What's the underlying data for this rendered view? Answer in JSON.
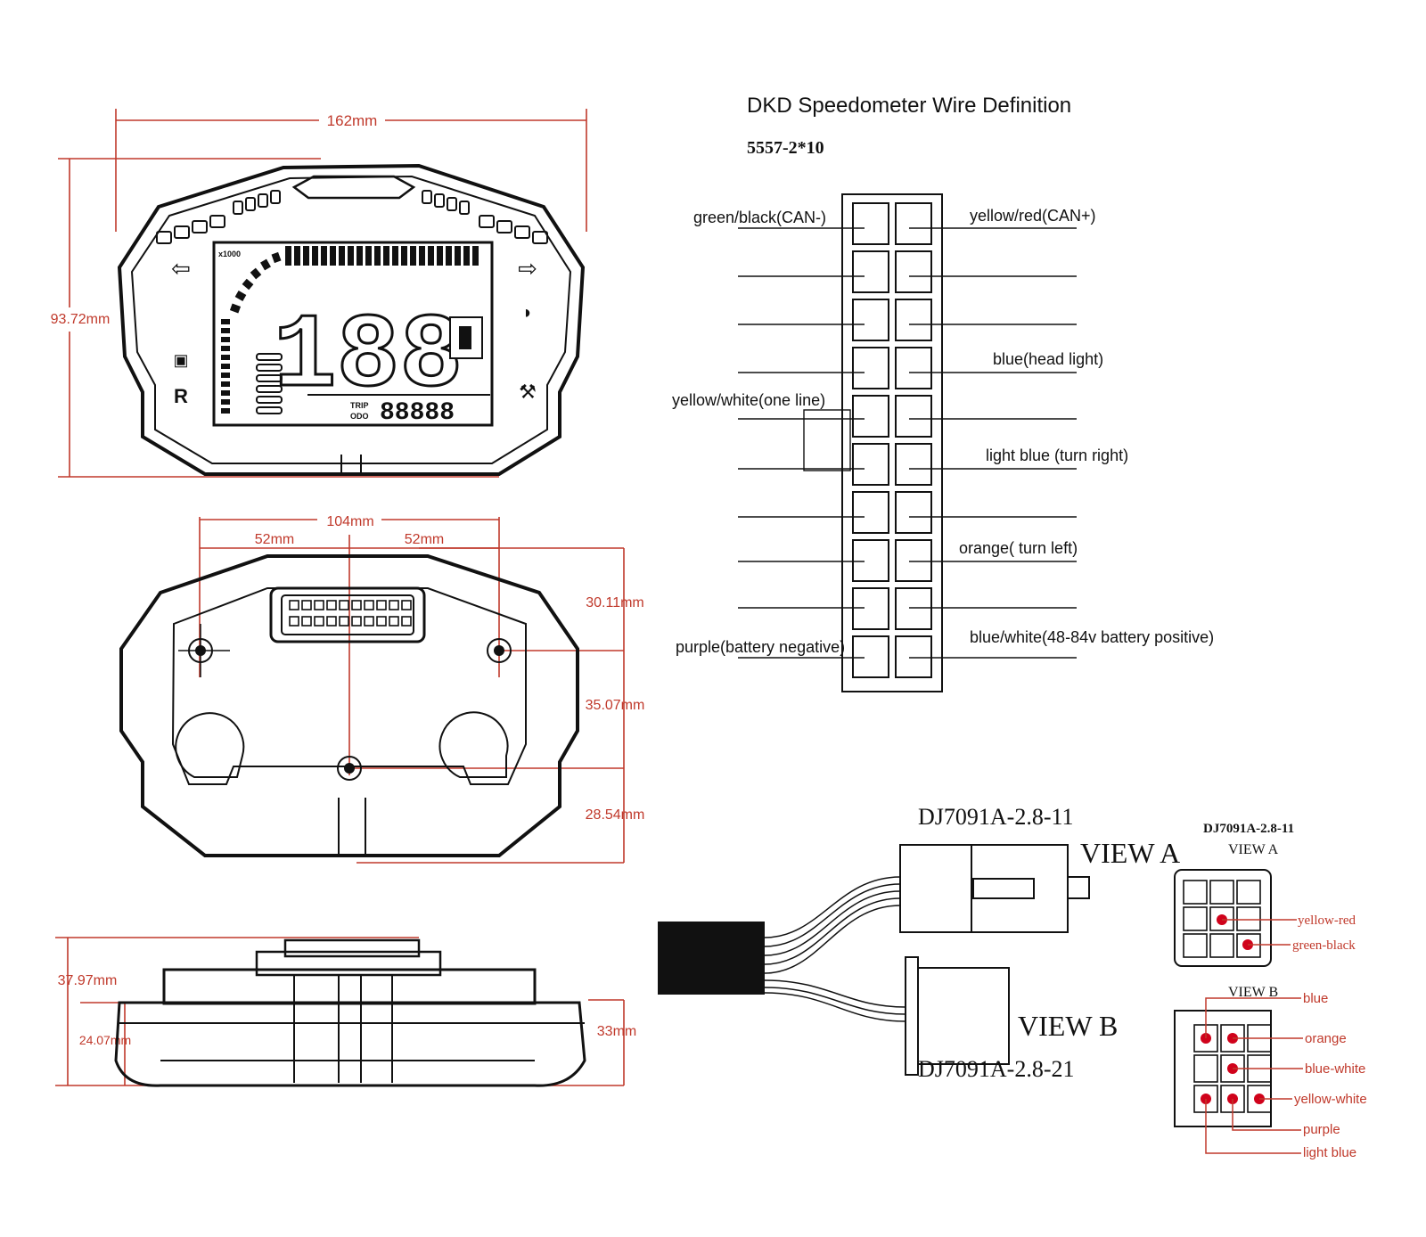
{
  "diagram": {
    "title": "DKD Speedometer Wire Definition",
    "connector_code": "5557-2*10",
    "front_view": {
      "width": "162mm",
      "height": "93.72mm"
    },
    "back_view": {
      "total_width": "104mm",
      "half_left": "52mm",
      "half_right": "52mm",
      "offset_top": "30.11mm",
      "offset_mid": "35.07mm",
      "offset_bottom": "28.54mm"
    },
    "side_view": {
      "total_depth": "37.97mm",
      "body_depth": "24.07mm",
      "right_depth": "33mm"
    },
    "pin_labels_left": {
      "row1": "green/black(CAN-)",
      "row5": "yellow/white(one line)",
      "row10": "purple(battery negative)"
    },
    "pin_labels_right": {
      "row1": "yellow/red(CAN+)",
      "row4": "blue(head light)",
      "row6": "light blue (turn right)",
      "row8": "orange( turn left)",
      "row10": "blue/white(48-84v battery positive)"
    },
    "lcd": {
      "tacho_scale": "x1000",
      "trip": "TRIP",
      "odo": "ODO",
      "speed_digits": "188",
      "odometer_digits": "88888"
    },
    "harness": {
      "view_a_connector": "DJ7091A-2.8-11",
      "view_a_label": "VIEW A",
      "view_b_connector": "DJ7091A-2.8-21",
      "view_b_label": "VIEW B",
      "detail_a_title": "DJ7091A-2.8-11",
      "detail_a_view": "VIEW A",
      "detail_a_pins": [
        "yellow-red",
        "green-black"
      ],
      "detail_b_view": "VIEW B",
      "detail_b_pins": [
        "blue",
        "orange",
        "blue-white",
        "yellow-white",
        "purple",
        "light blue"
      ]
    },
    "colors": {
      "dimension": "#c0392b",
      "ink": "#111111",
      "pin_dot": "#d0021b"
    }
  }
}
